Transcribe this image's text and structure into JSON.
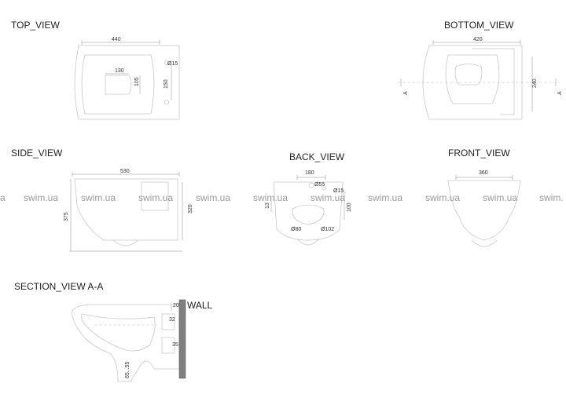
{
  "views": {
    "top": {
      "title": "TOP_VIEW",
      "dim_width": "440",
      "dim_hole": "Ø15",
      "dim_opening_w": "130",
      "dim_opening_h": "105",
      "dim_holes_spacing": "150"
    },
    "bottom": {
      "title": "BOTTOM_VIEW",
      "dim_width": "420",
      "dim_height": "240",
      "section_left": "A",
      "section_right": "A"
    },
    "side": {
      "title": "SIDE_VIEW",
      "dim_length": "530",
      "dim_height_front": "375",
      "dim_height_back": "320"
    },
    "back": {
      "title": "BACK_VIEW",
      "dim_width": "180",
      "dim_inlet": "Ø55",
      "dim_small": "Ø15",
      "dim_height": "13",
      "dim_right": "100",
      "dim_outlet1": "Ø80",
      "dim_outlet2": "Ø102"
    },
    "front": {
      "title": "FRONT_VIEW",
      "dim_width": "360"
    },
    "section": {
      "title": "SECTION_VIEW  A-A",
      "wall_label": "WALL",
      "dim_a": "20",
      "dim_b": "32",
      "dim_c": "35",
      "dim_d": "65...55"
    }
  },
  "watermark": {
    "text": "swim.ua",
    "partial": "a",
    "partial_right": "swim."
  }
}
